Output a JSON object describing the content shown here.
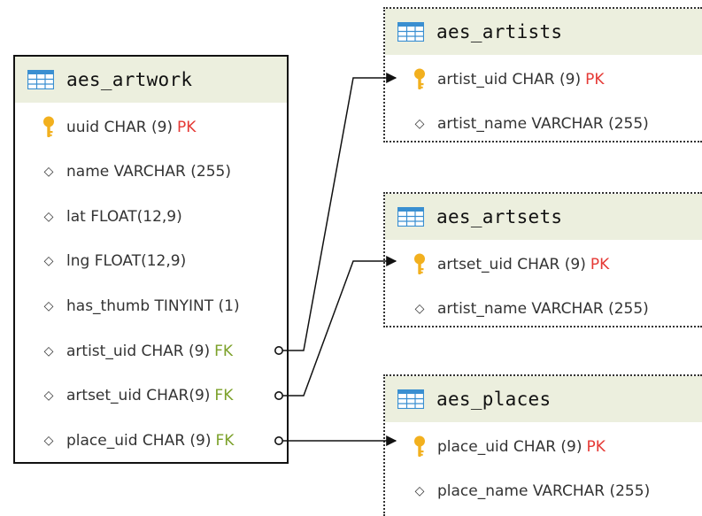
{
  "colors": {
    "pk": "#e53935",
    "fk": "#7ca12a",
    "header_bg": "#ecefde",
    "key_icon": "#f2b01e",
    "table_icon": "#3a8fd1"
  },
  "tables": {
    "artwork": {
      "name": "aes_artwork",
      "rows": [
        {
          "icon": "key-icon",
          "text": "uuid CHAR (9)",
          "tag": "PK"
        },
        {
          "icon": "diamond-icon",
          "text": "name VARCHAR (255)",
          "tag": ""
        },
        {
          "icon": "diamond-icon",
          "text": "lat FLOAT(12,9)",
          "tag": ""
        },
        {
          "icon": "diamond-icon",
          "text": "lng FLOAT(12,9)",
          "tag": ""
        },
        {
          "icon": "diamond-icon",
          "text": "has_thumb TINYINT (1)",
          "tag": ""
        },
        {
          "icon": "diamond-icon",
          "text": "artist_uid CHAR (9)",
          "tag": "FK"
        },
        {
          "icon": "diamond-icon",
          "text": "artset_uid CHAR(9)",
          "tag": "FK"
        },
        {
          "icon": "diamond-icon",
          "text": "place_uid CHAR (9)",
          "tag": "FK"
        }
      ]
    },
    "artists": {
      "name": "aes_artists",
      "rows": [
        {
          "icon": "key-icon",
          "text": "artist_uid CHAR (9)",
          "tag": "PK"
        },
        {
          "icon": "diamond-icon",
          "text": "artist_name VARCHAR (255)",
          "tag": ""
        }
      ]
    },
    "artsets": {
      "name": "aes_artsets",
      "rows": [
        {
          "icon": "key-icon",
          "text": "artset_uid CHAR (9)",
          "tag": "PK"
        },
        {
          "icon": "diamond-icon",
          "text": "artist_name VARCHAR (255)",
          "tag": ""
        }
      ]
    },
    "places": {
      "name": "aes_places",
      "rows": [
        {
          "icon": "key-icon",
          "text": "place_uid CHAR (9)",
          "tag": "PK"
        },
        {
          "icon": "diamond-icon",
          "text": "place_name VARCHAR (255)",
          "tag": ""
        }
      ]
    }
  }
}
